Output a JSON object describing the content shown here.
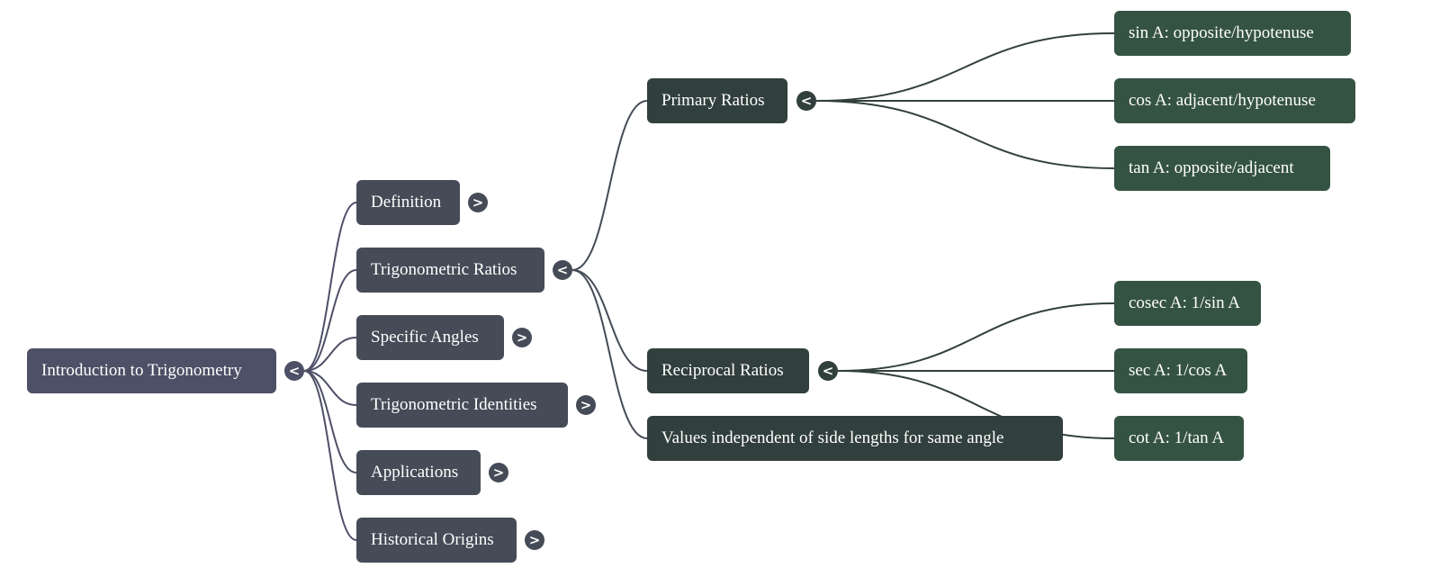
{
  "title": "Introduction to Trigonometry mind map",
  "colors": {
    "root": "#4d5066",
    "level1": "#454c57",
    "level2": "#313f3d",
    "level3": "#355342",
    "edge_root": "#4d5066",
    "edge_level1": "#454c57",
    "edge_level2": "#313f3d"
  },
  "icons": {
    "collapse": "<",
    "expand": ">"
  },
  "root": {
    "label": "Introduction to Trigonometry",
    "toggle": "<",
    "state": "expanded"
  },
  "level1": [
    {
      "label": "Definition",
      "toggle": ">",
      "state": "collapsed"
    },
    {
      "label": "Trigonometric Ratios",
      "toggle": "<",
      "state": "expanded"
    },
    {
      "label": "Specific Angles",
      "toggle": ">",
      "state": "collapsed"
    },
    {
      "label": "Trigonometric Identities",
      "toggle": ">",
      "state": "collapsed"
    },
    {
      "label": "Applications",
      "toggle": ">",
      "state": "collapsed"
    },
    {
      "label": "Historical Origins",
      "toggle": ">",
      "state": "collapsed"
    }
  ],
  "level2": [
    {
      "label": "Primary Ratios",
      "toggle": "<",
      "state": "expanded",
      "parent": "Trigonometric Ratios"
    },
    {
      "label": "Reciprocal Ratios",
      "toggle": "<",
      "state": "expanded",
      "parent": "Trigonometric Ratios"
    },
    {
      "label": "Values independent of side lengths for same angle",
      "parent": "Trigonometric Ratios"
    }
  ],
  "level3": [
    {
      "label": "sin A: opposite/hypotenuse",
      "parent": "Primary Ratios"
    },
    {
      "label": "cos A: adjacent/hypotenuse",
      "parent": "Primary Ratios"
    },
    {
      "label": "tan A: opposite/adjacent",
      "parent": "Primary Ratios"
    },
    {
      "label": "cosec A: 1/sin A",
      "parent": "Reciprocal Ratios"
    },
    {
      "label": "sec A: 1/cos A",
      "parent": "Reciprocal Ratios"
    },
    {
      "label": "cot A: 1/tan A",
      "parent": "Reciprocal Ratios"
    }
  ]
}
